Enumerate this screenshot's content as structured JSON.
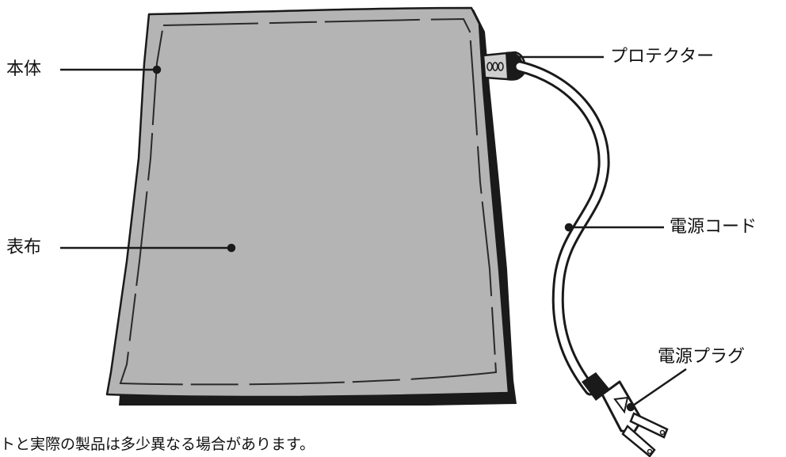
{
  "labels": {
    "body": "本体",
    "cover_cloth": "表布",
    "protector": "プロテクター",
    "power_cord": "電源コード",
    "power_plug": "電源プラグ"
  },
  "note": "トと実際の製品は多少異なる場合があります。",
  "colors": {
    "mat_fill": "#b4b4b4",
    "mat_shadow": "#1a1a1a",
    "outline": "#1a1a1a",
    "cord_fill": "#ffffff",
    "background": "#ffffff"
  }
}
